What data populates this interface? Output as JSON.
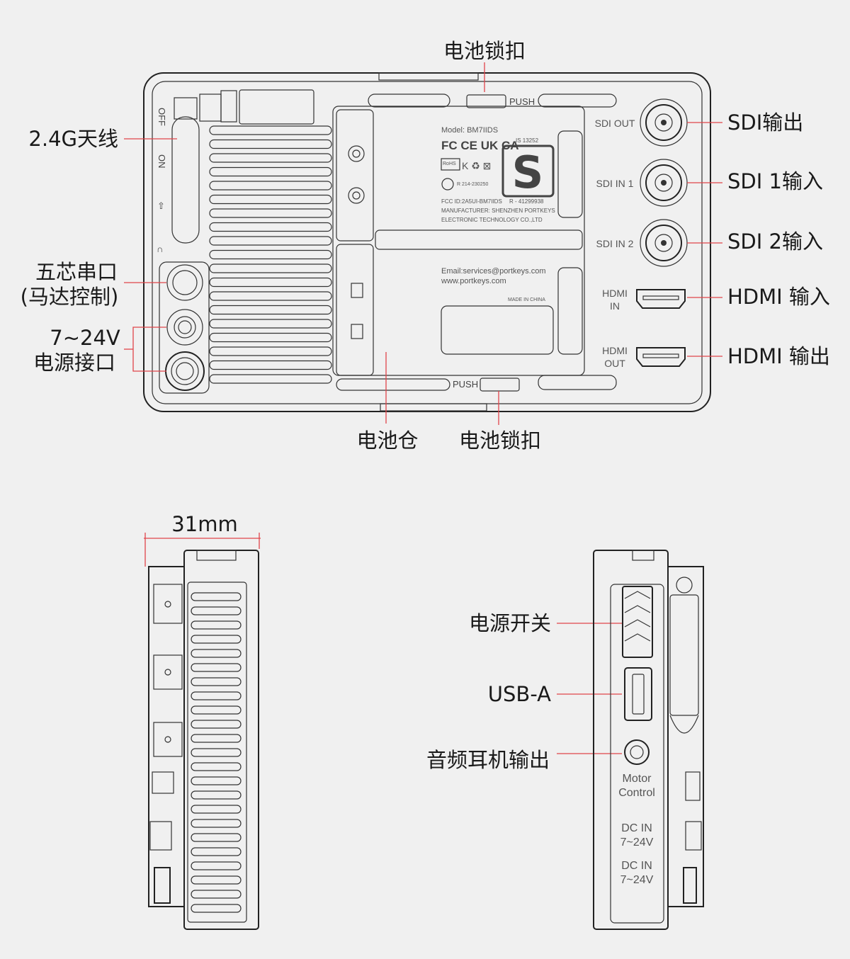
{
  "labels": {
    "battery_lock_top": "电池锁扣",
    "antenna": "2.4G天线",
    "serial_port_1": "五芯串口",
    "serial_port_2": "(马达控制)",
    "power_port_1": "7~24V",
    "power_port_2": "电源接口",
    "sdi_out": "SDI输出",
    "sdi_in1": "SDI 1输入",
    "sdi_in2": "SDI 2输入",
    "hdmi_in": "HDMI 输入",
    "hdmi_out": "HDMI 输出",
    "battery_bay": "电池仓",
    "battery_lock_bottom": "电池锁扣",
    "width_dim": "31mm",
    "power_switch": "电源开关",
    "usb_a": "USB-A",
    "headphone_out": "音频耳机输出"
  },
  "panel_text": {
    "push_top": "PUSH",
    "push_bottom": "PUSH",
    "off": "OFF",
    "on": "ON",
    "sdi_out": "SDI OUT",
    "sdi_in1": "SDI IN 1",
    "sdi_in2": "SDI IN 2",
    "hdmi_in_1": "HDMI",
    "hdmi_in_2": "IN",
    "hdmi_out_1": "HDMI",
    "hdmi_out_2": "OUT",
    "model": "Model: BM7IIDS",
    "is": "IS 13252",
    "cert_marks": "FC CE UK CA",
    "reg_no": "R 214-230250",
    "fcc_id": "FCC ID:2A5UI-BM7IIDS",
    "r_no": "R - 41299938",
    "manufacturer_1": "MANUFACTURER: SHENZHEN PORTKEYS",
    "manufacturer_2": "ELECTRONIC TECHNOLOGY CO.,LTD",
    "email": "Email:services@portkeys.com",
    "website": "www.portkeys.com",
    "made_in": "MADE IN CHINA",
    "motor_1": "Motor",
    "motor_2": "Control",
    "dcin1_1": "DC IN",
    "dcin1_2": "7~24V",
    "dcin2_1": "DC IN",
    "dcin2_2": "7~24V"
  },
  "colors": {
    "leader": "#e0454a",
    "background": "#f0f0f0",
    "outline": "#222222"
  }
}
